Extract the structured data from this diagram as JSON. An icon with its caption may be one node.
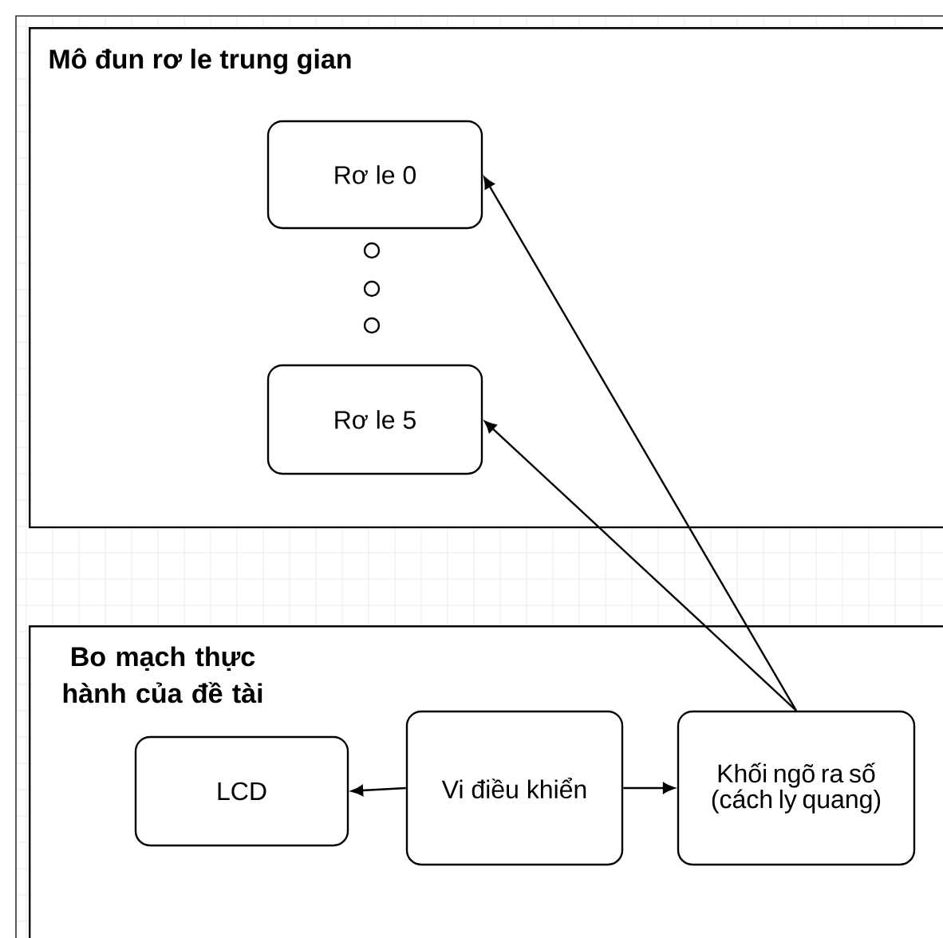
{
  "diagram": {
    "nodes": [
      {
        "text": [
          "Mô đun rơ le trung gian"
        ]
      },
      {
        "text": [
          "Rơ le 0"
        ],
        "in": 0
      },
      {
        "text": [],
        "shape": "circle",
        "in": 0
      },
      {
        "text": [],
        "shape": "circle",
        "in": 0
      },
      {
        "text": [],
        "shape": "circle",
        "in": 0
      },
      {
        "text": [
          "Rơ le 5"
        ],
        "in": 0
      },
      {
        "text": [
          "Bo mạch thực hành của đề tài"
        ]
      },
      {
        "text": [
          "LCD"
        ],
        "in": 6
      },
      {
        "text": [
          "Vi điều khiển"
        ],
        "in": 6
      },
      {
        "text": [
          "Khối ngõ ra số (cách ly quang)"
        ],
        "in": 6
      }
    ],
    "edges": [
      {
        "from": 8,
        "to": 7,
        "arrow": "to"
      },
      {
        "from": 8,
        "to": 9,
        "arrow": "to"
      },
      {
        "from": 9,
        "to": 1,
        "arrow": "to"
      },
      {
        "from": 9,
        "to": 5,
        "arrow": "to"
      }
    ]
  }
}
